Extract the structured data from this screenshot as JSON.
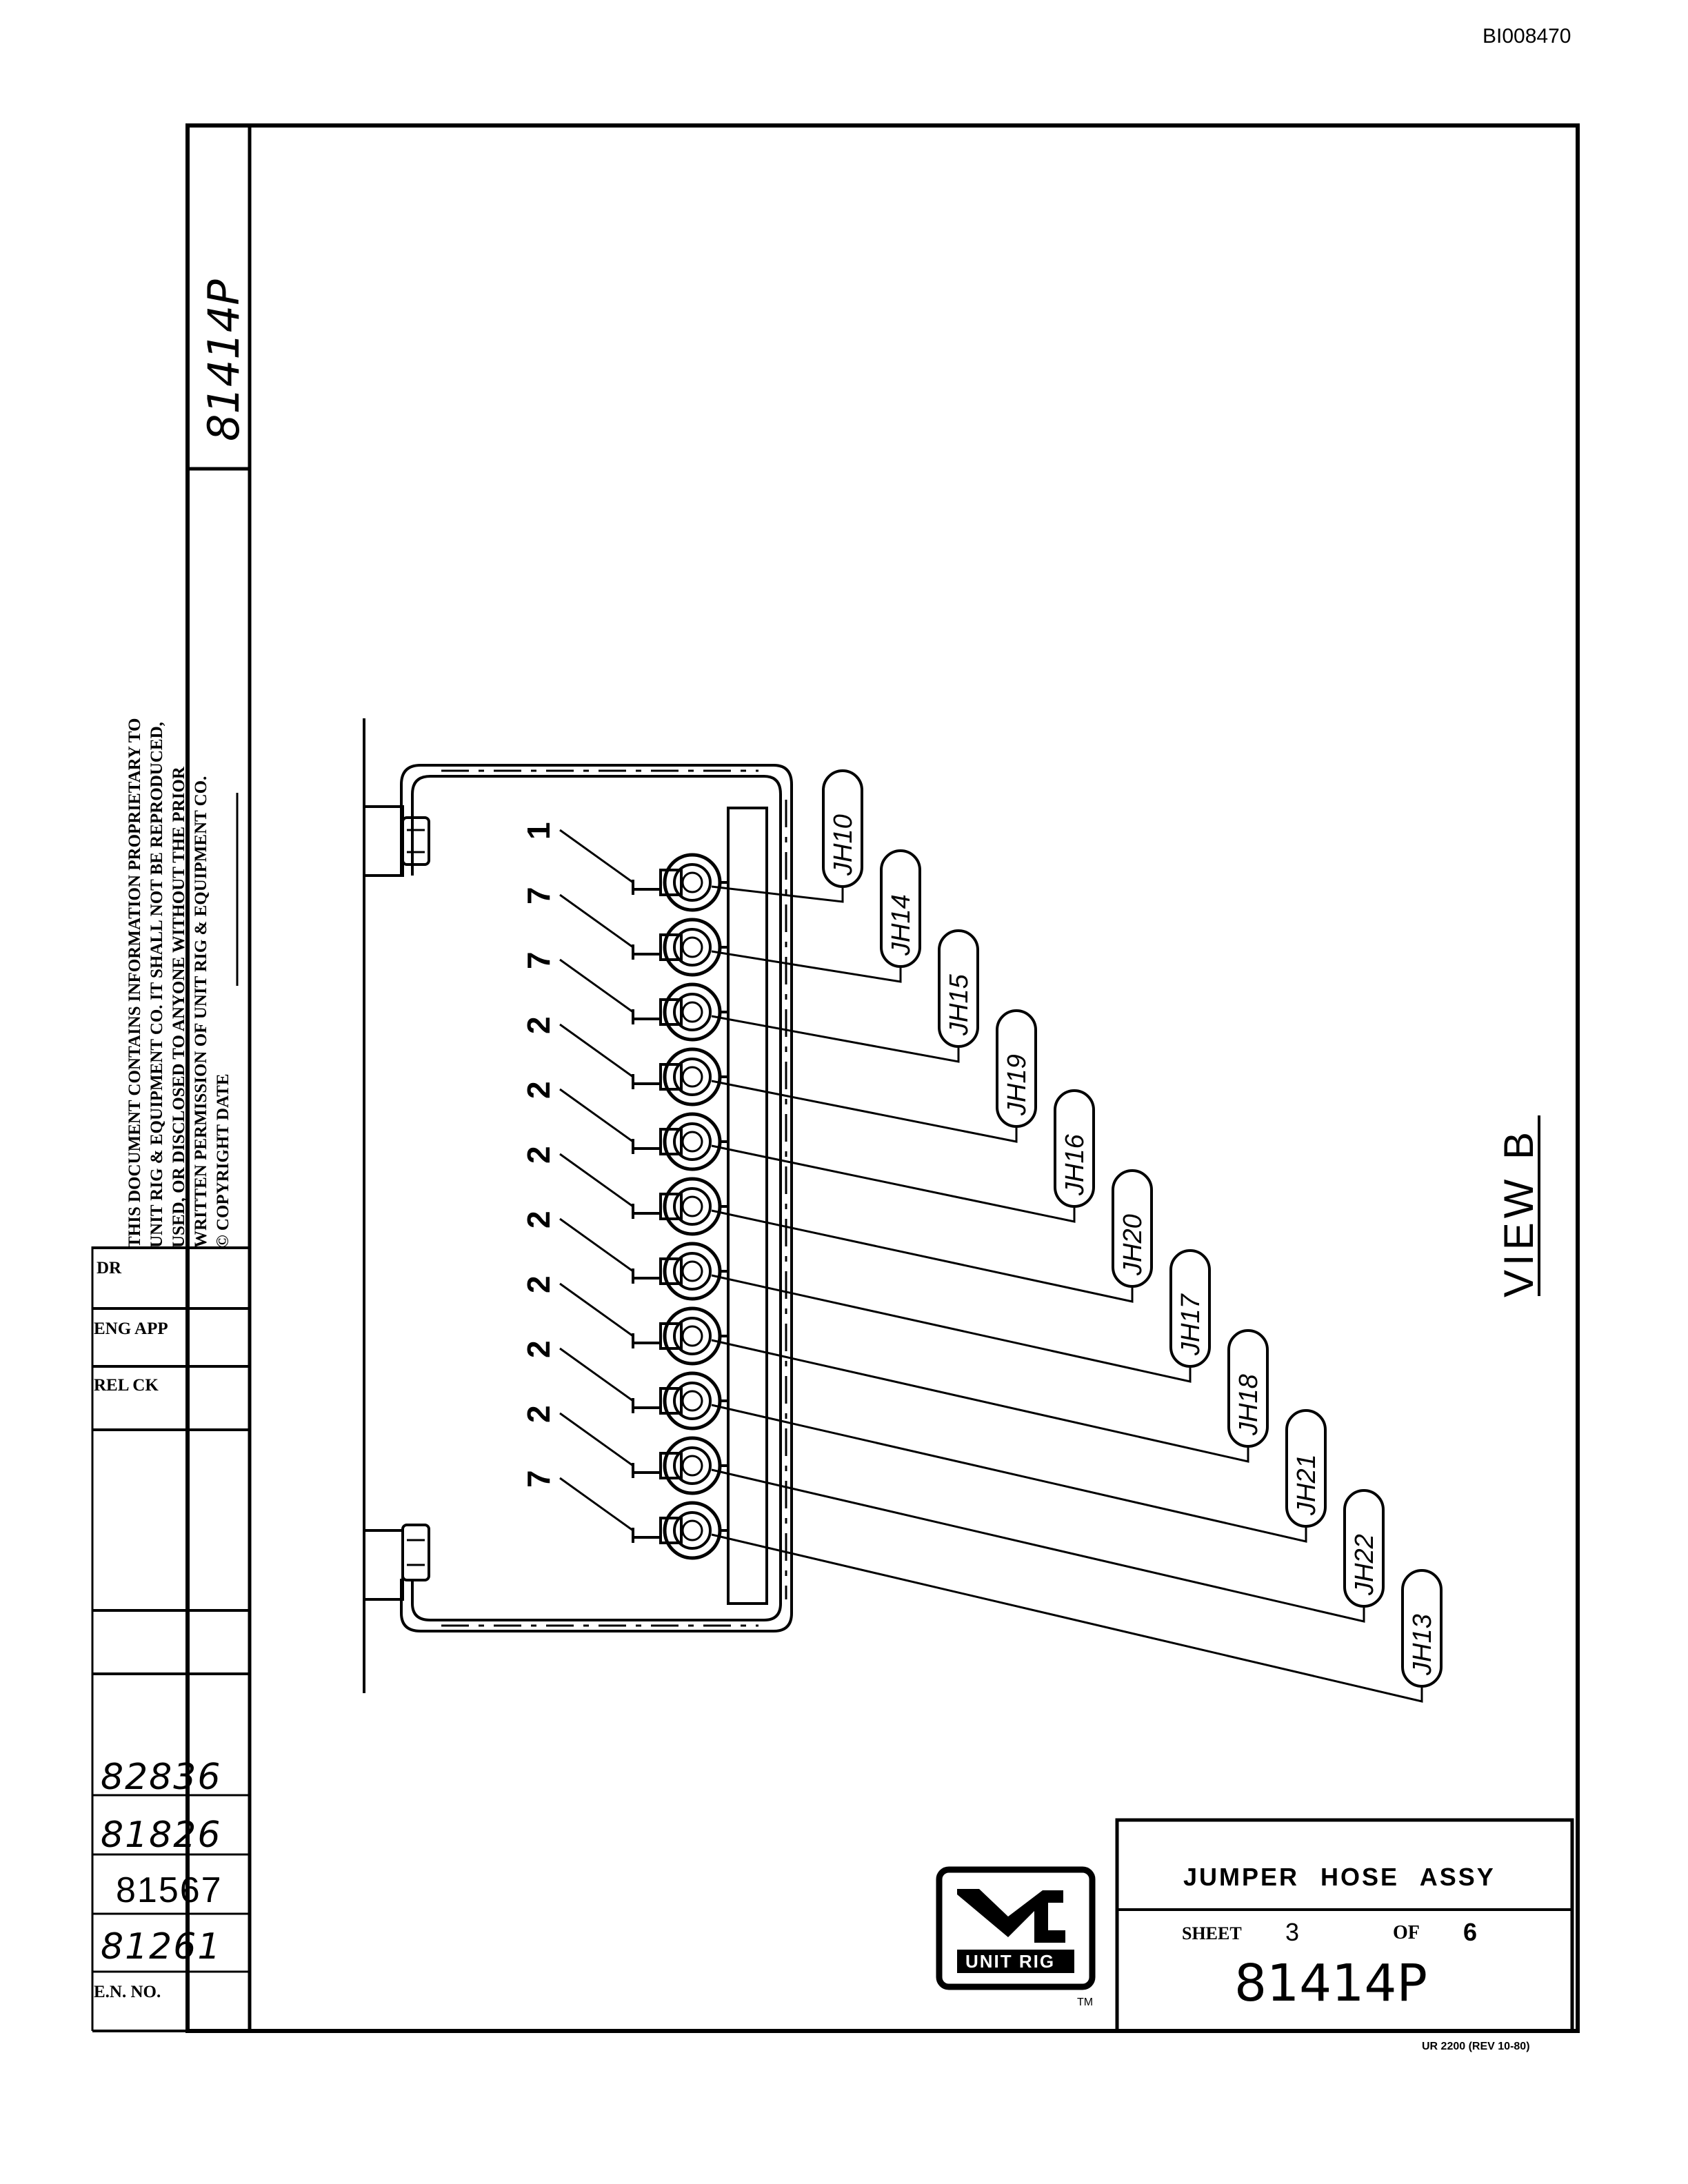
{
  "doc_id": "BI008470",
  "drawing_number": "81414P",
  "proprietary_notice": [
    "THIS DOCUMENT CONTAINS INFORMATION PROPRIETARY TO",
    "UNIT RIG & EQUIPMENT CO. IT SHALL NOT BE REPRODUCED,",
    "USED, OR DISCLOSED TO ANYONE WITHOUT THE PRIOR",
    "WRITTEN PERMISSION OF UNIT RIG & EQUIPMENT CO.",
    "© COPYRIGHT DATE"
  ],
  "sidebar": {
    "dr_label": "DR",
    "eng_app_label": "ENG APP",
    "rel_ck_label": "REL CK",
    "en_numbers": [
      "82836",
      "81826",
      "81567",
      "81261"
    ],
    "en_no_label": "E.N. NO."
  },
  "diagram": {
    "view_label": "VIEW B",
    "port_numbers": [
      "1",
      "7",
      "7",
      "2",
      "2",
      "2",
      "2",
      "2",
      "2",
      "2",
      "7"
    ],
    "hose_labels": [
      "JH10",
      "JH14",
      "JH15",
      "JH19",
      "JH16",
      "JH20",
      "JH17",
      "JH18",
      "JH21",
      "JH22",
      "JH13"
    ]
  },
  "title_block": {
    "title": "JUMPER HOSE ASSY",
    "sheet_label": "SHEET",
    "sheet_number": "3",
    "of_label": "OF",
    "sheet_total": "6",
    "drawing_number": "81414P",
    "logo_text": "UNIT RIG",
    "tm": "TM"
  },
  "form_number": "UR 2200 (REV 10-80)"
}
